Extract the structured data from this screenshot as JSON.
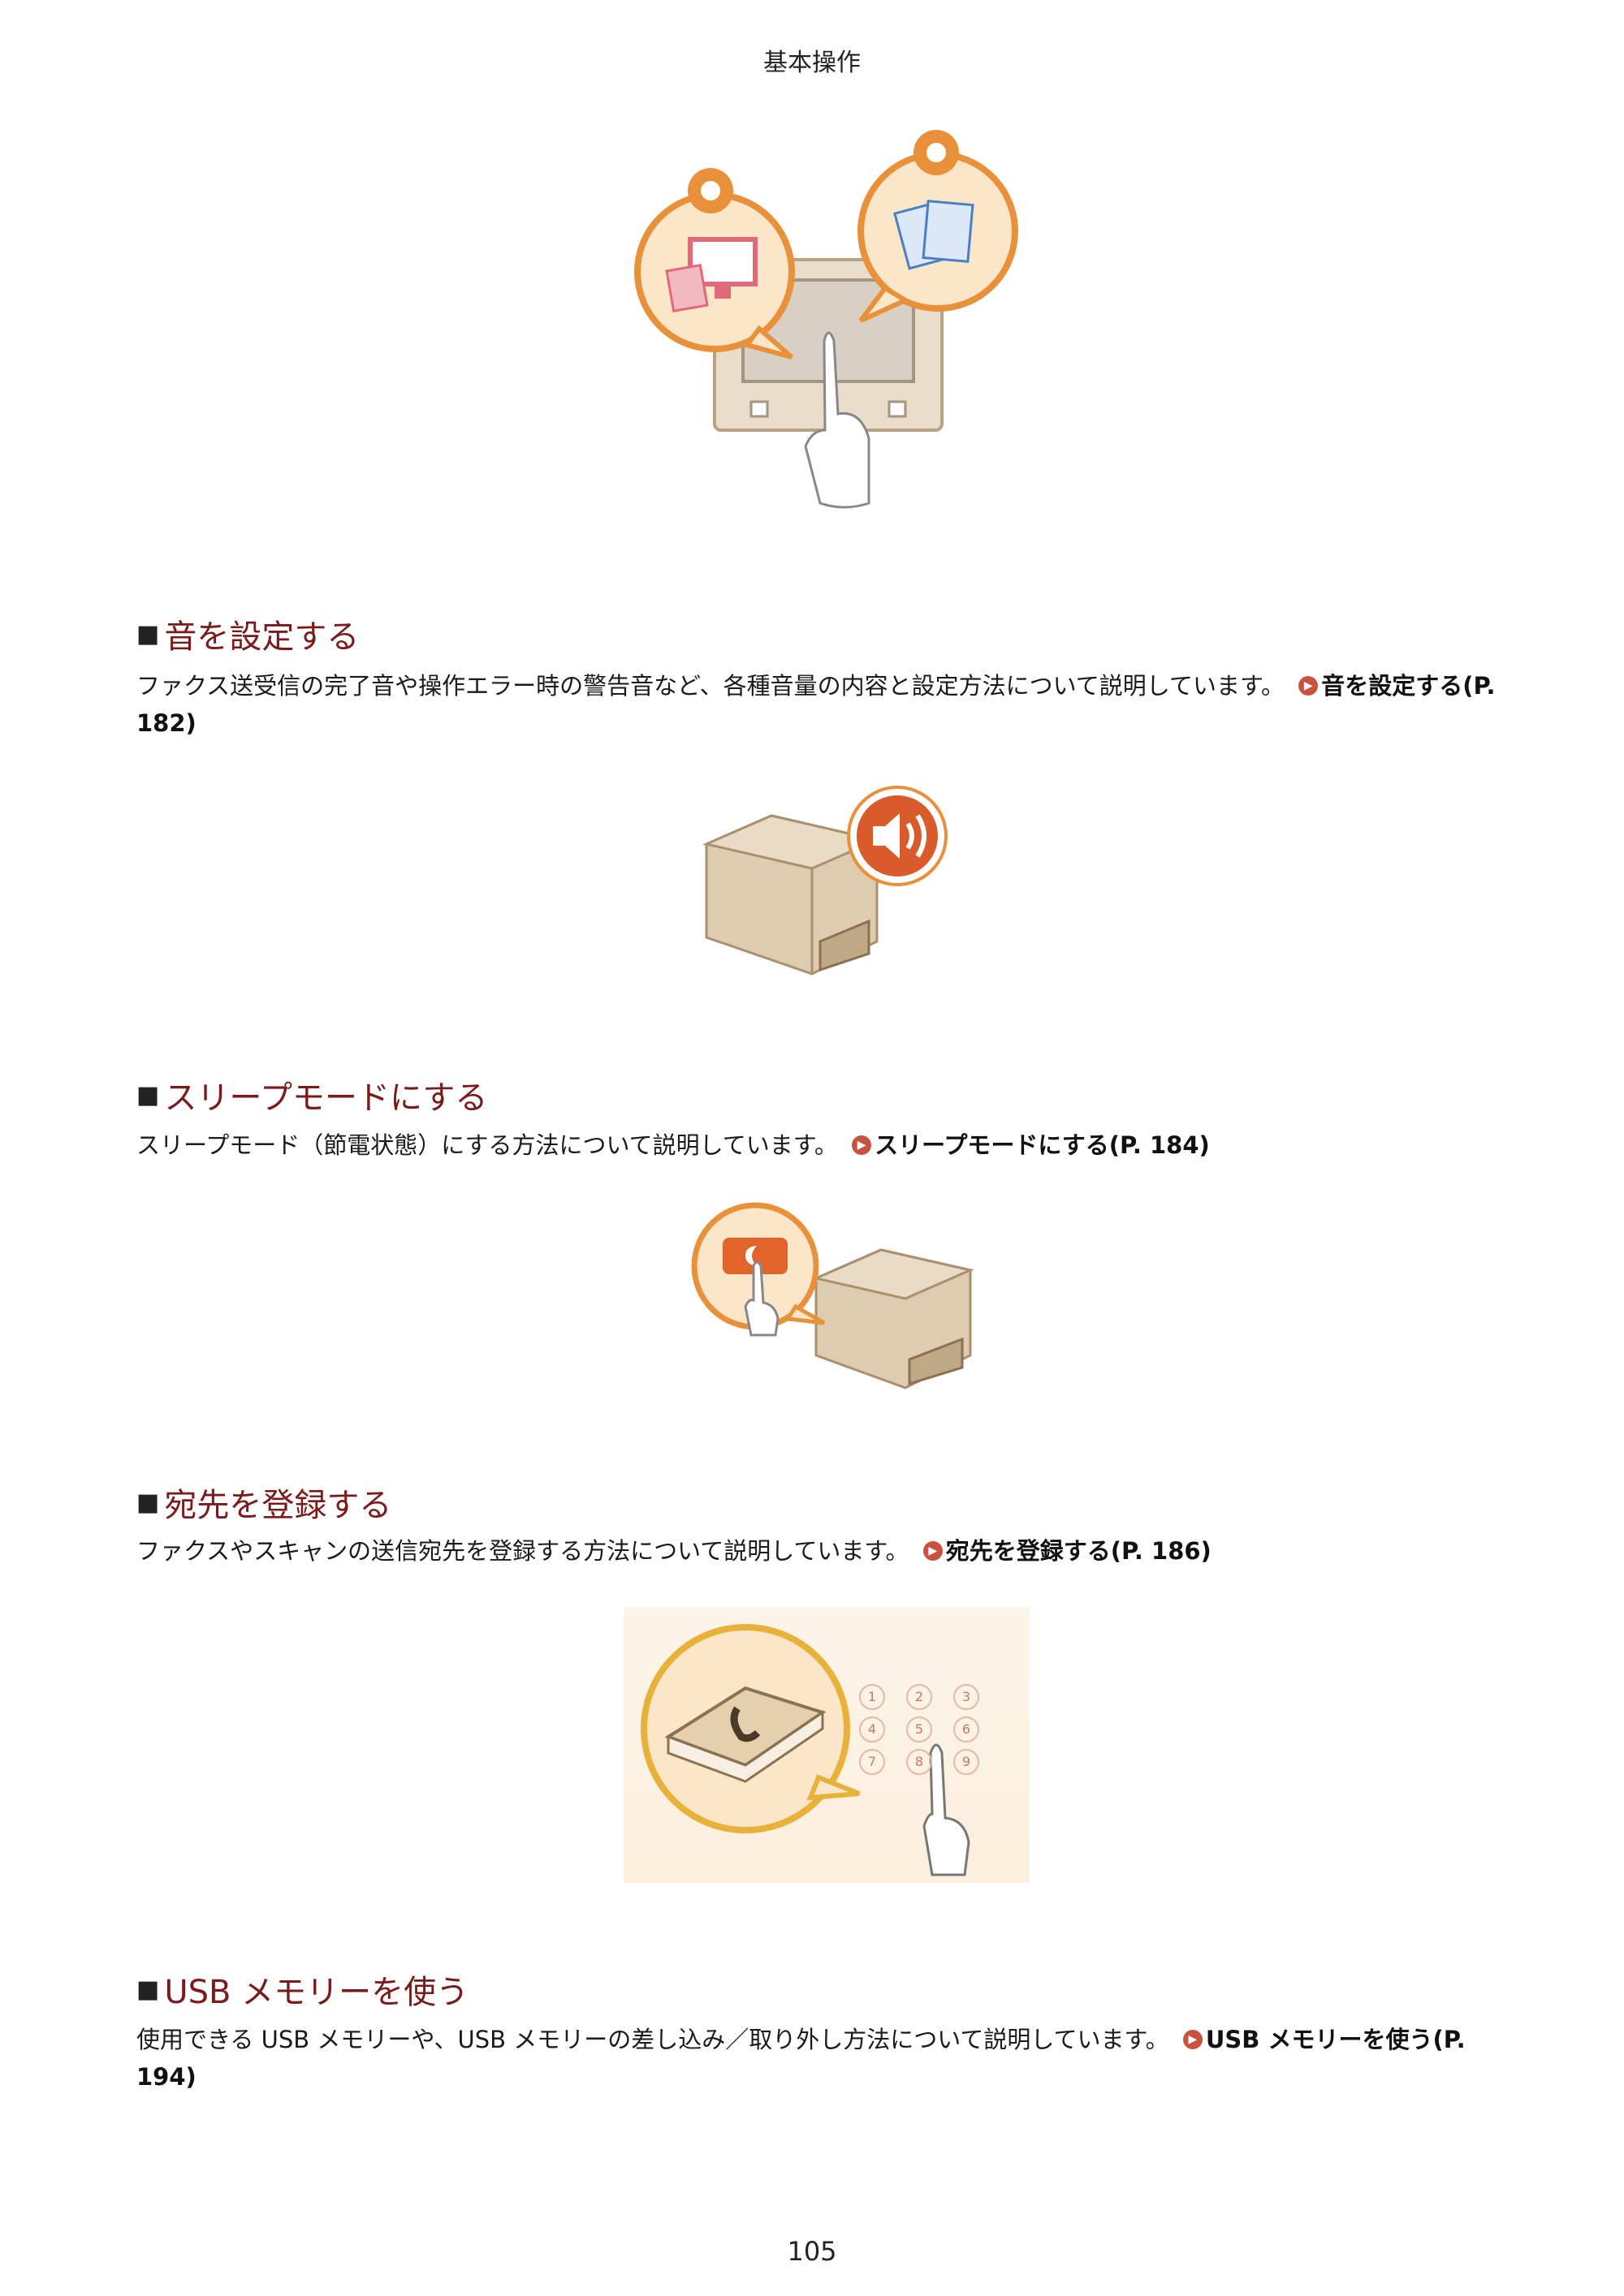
{
  "header": {
    "title": "基本操作"
  },
  "sections": [
    {
      "title": "音を設定する",
      "desc": "ファクス送受信の完了音や操作エラー時の警告音など、各種音量の内容と設定方法について説明しています。",
      "link": "音を設定する(P. 182)"
    },
    {
      "title": "スリープモードにする",
      "desc": "スリープモード（節電状態）にする方法について説明しています。",
      "link": "スリープモードにする(P. 184)"
    },
    {
      "title": "宛先を登録する",
      "desc": "ファクスやスキャンの送信宛先を登録する方法について説明しています。",
      "link": "宛先を登録する(P. 186)"
    },
    {
      "title": "USB メモリーを使う",
      "desc": "使用できる USB メモリーや、USB メモリーの差し込み／取り外し方法について説明しています。",
      "link": "USB メモリーを使う(P. 194)"
    }
  ],
  "keypad": [
    "1",
    "2",
    "3",
    "4",
    "5",
    "6",
    "7",
    "8",
    "9"
  ],
  "colors": {
    "title": "#7a1a1a",
    "accent": "#e8913a",
    "link_icon": "#c9523f"
  },
  "footer": {
    "page_number": "105"
  }
}
